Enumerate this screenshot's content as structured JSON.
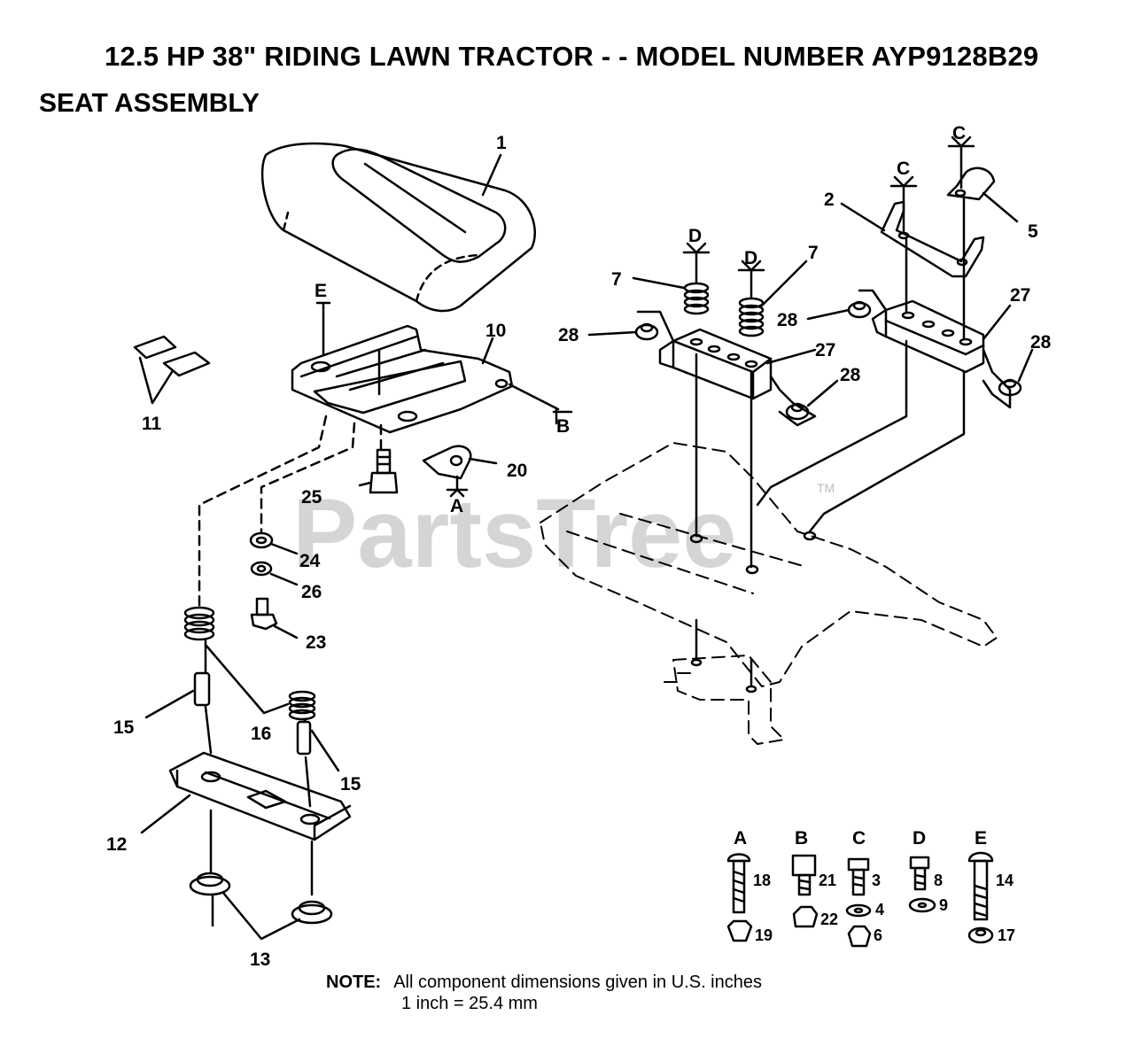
{
  "header": {
    "title": "12.5 HP 38\" RIDING LAWN TRACTOR - - MODEL NUMBER AYP9128B29",
    "subtitle": "SEAT ASSEMBLY"
  },
  "watermark": {
    "text": "PartsTree",
    "tm": "TM"
  },
  "callouts": [
    {
      "id": "c1",
      "text": "1"
    },
    {
      "id": "c2",
      "text": "2"
    },
    {
      "id": "c5",
      "text": "5"
    },
    {
      "id": "c7a",
      "text": "7"
    },
    {
      "id": "c7b",
      "text": "7"
    },
    {
      "id": "c10",
      "text": "10"
    },
    {
      "id": "c11",
      "text": "11"
    },
    {
      "id": "c12",
      "text": "12"
    },
    {
      "id": "c13",
      "text": "13"
    },
    {
      "id": "c15a",
      "text": "15"
    },
    {
      "id": "c15b",
      "text": "15"
    },
    {
      "id": "c16",
      "text": "16"
    },
    {
      "id": "c20",
      "text": "20"
    },
    {
      "id": "c23",
      "text": "23"
    },
    {
      "id": "c24",
      "text": "24"
    },
    {
      "id": "c25",
      "text": "25"
    },
    {
      "id": "c26",
      "text": "26"
    },
    {
      "id": "c27a",
      "text": "27"
    },
    {
      "id": "c27b",
      "text": "27"
    },
    {
      "id": "c28a",
      "text": "28"
    },
    {
      "id": "c28b",
      "text": "28"
    },
    {
      "id": "c28c",
      "text": "28"
    },
    {
      "id": "c28d",
      "text": "28"
    }
  ],
  "ref_letters": {
    "E": "E",
    "B": "B",
    "A": "A",
    "C": "C",
    "D": "D"
  },
  "hardware_key": {
    "columns": [
      "A",
      "B",
      "C",
      "D",
      "E"
    ],
    "parts": {
      "A": [
        "18",
        "19"
      ],
      "B": [
        "21",
        "22"
      ],
      "C": [
        "3",
        "4",
        "6"
      ],
      "D": [
        "8",
        "9"
      ],
      "E": [
        "14",
        "17"
      ]
    }
  },
  "note": {
    "label": "NOTE:",
    "line1": "All component dimensions given in U.S. inches",
    "line2": "1 inch = 25.4 mm"
  }
}
